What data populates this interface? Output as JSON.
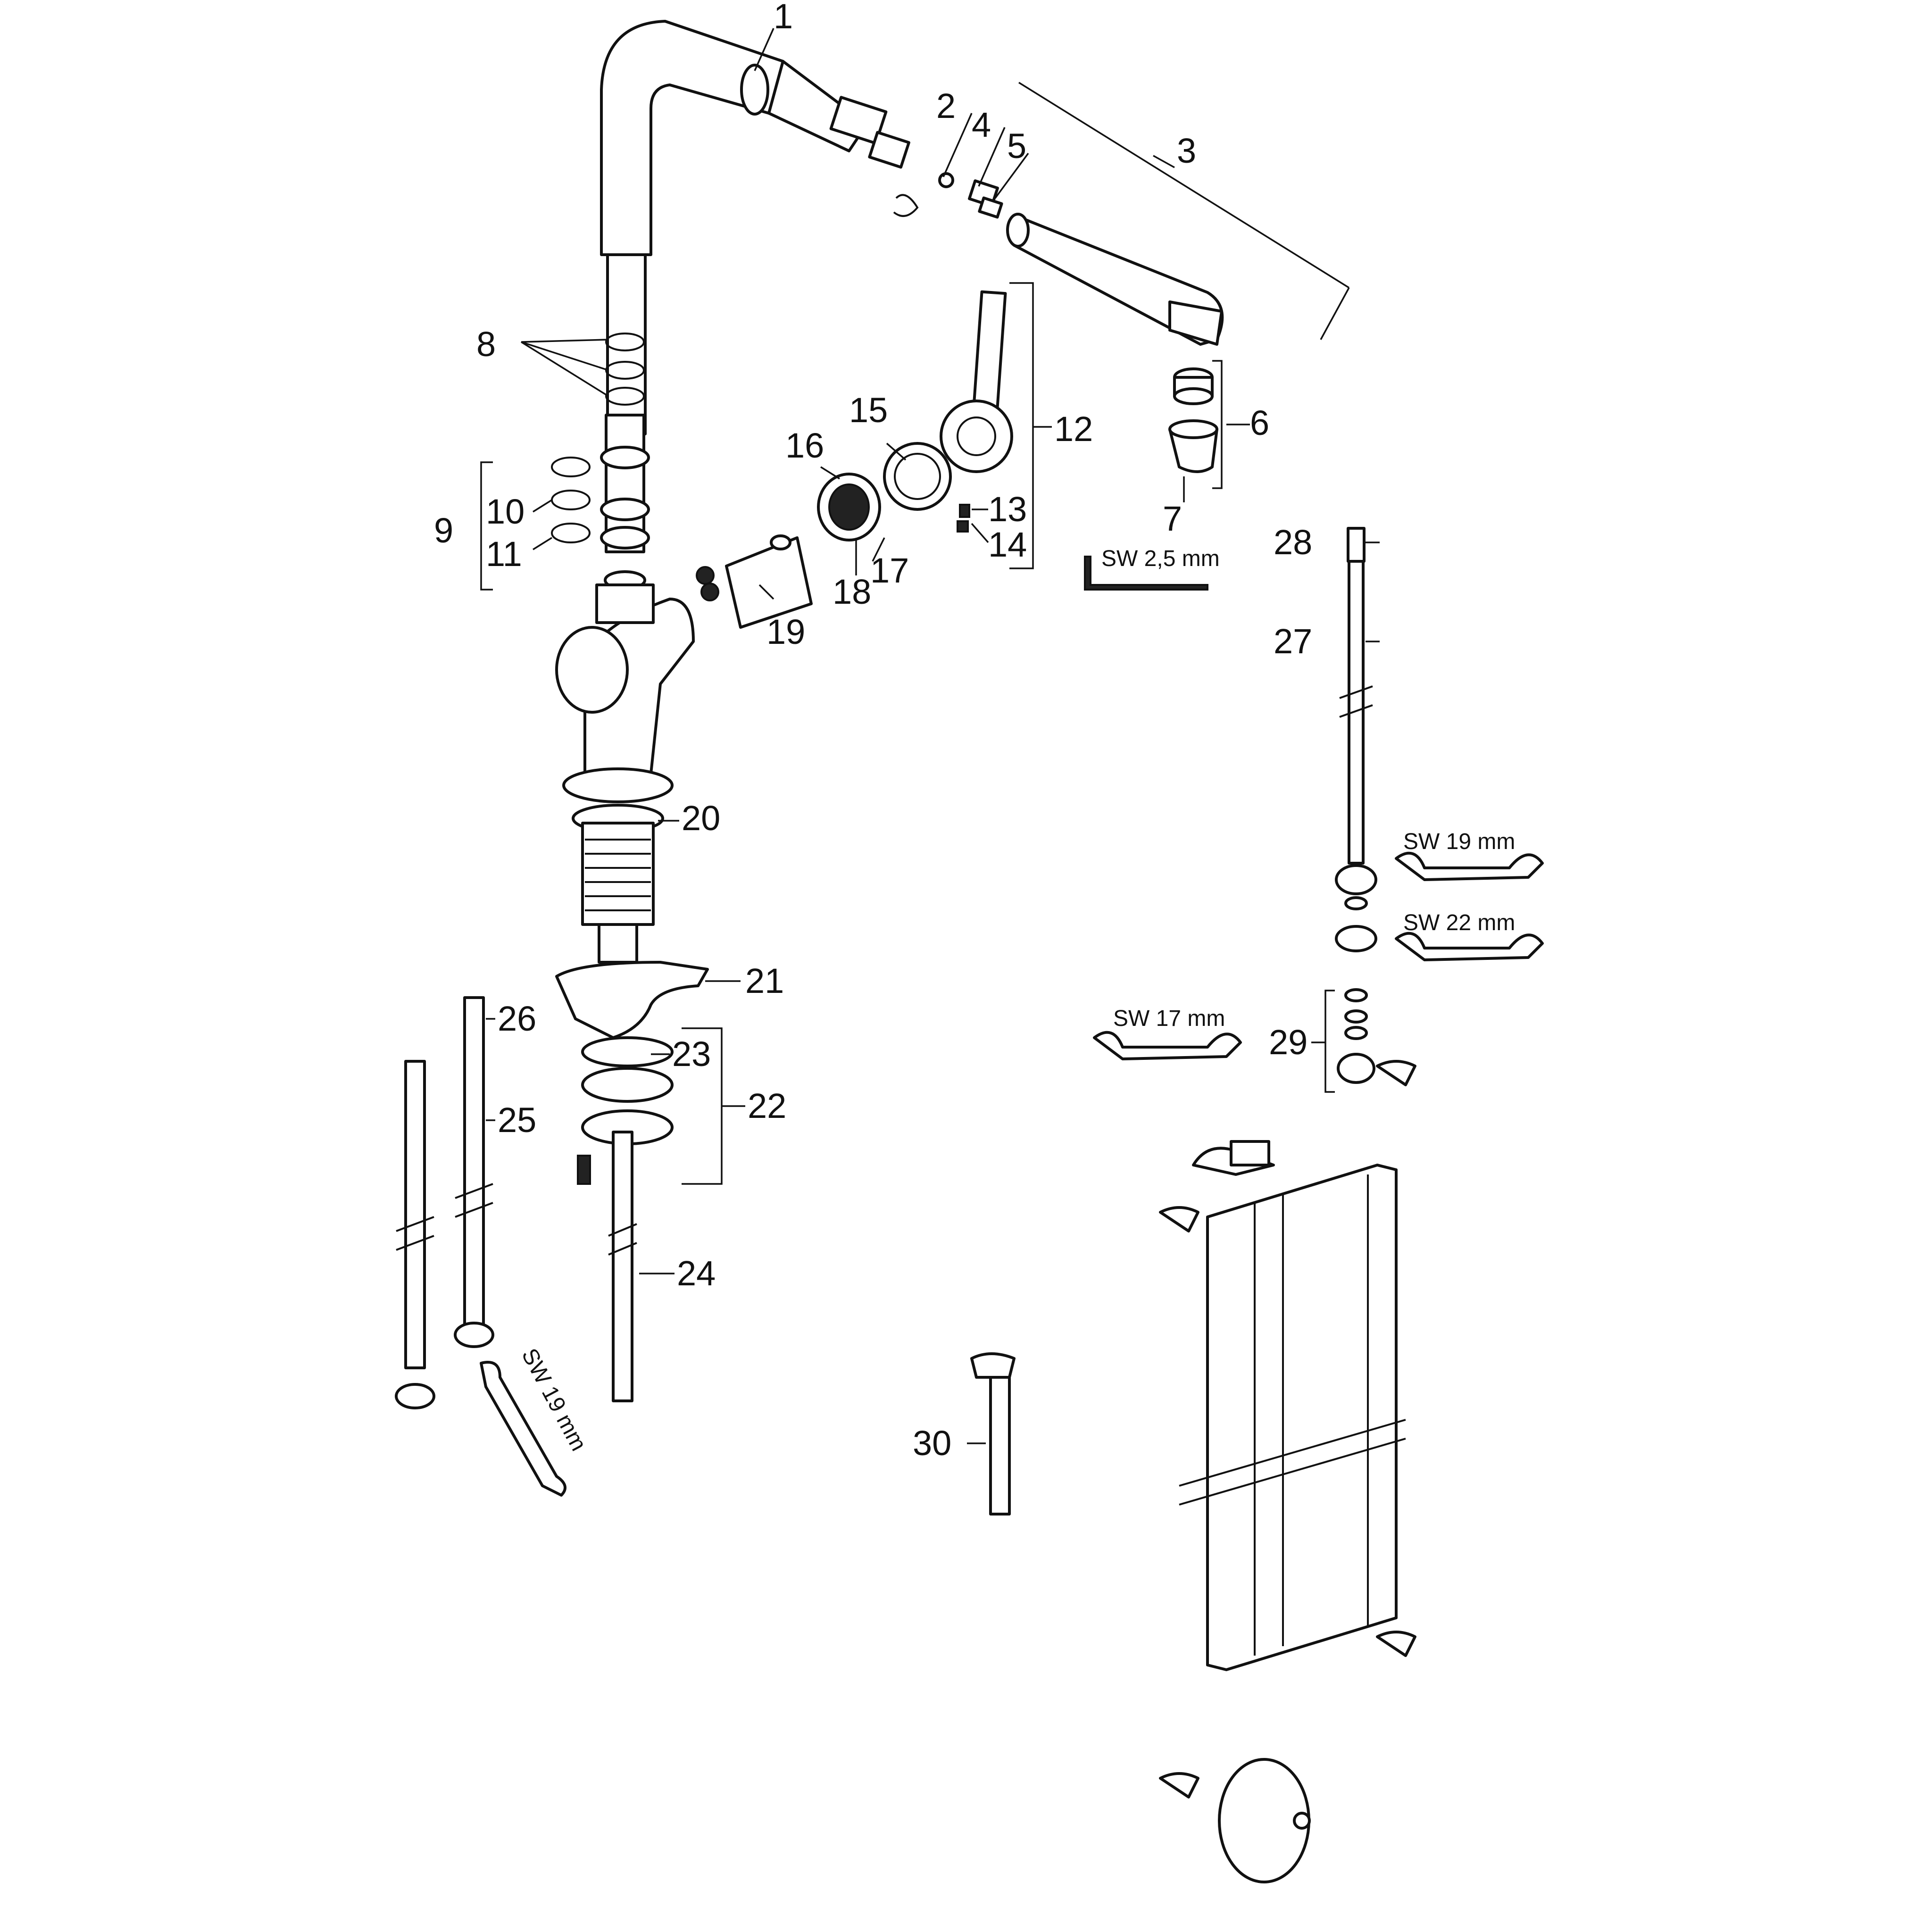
{
  "labels": [
    "1",
    "2",
    "3",
    "4",
    "5",
    "6",
    "7",
    "8",
    "9",
    "10",
    "11",
    "12",
    "13",
    "14",
    "15",
    "16",
    "17",
    "18",
    "19",
    "20",
    "21",
    "22",
    "23",
    "24",
    "25",
    "26",
    "27",
    "28",
    "29",
    "30"
  ],
  "wrench_sizes": {
    "hex_key": "SW 2,5 mm",
    "hose_nut": "SW 19 mm",
    "adapter": "SW 22 mm",
    "bracket_nut": "SW 17 mm",
    "supply_nut": "SW 19 mm"
  }
}
